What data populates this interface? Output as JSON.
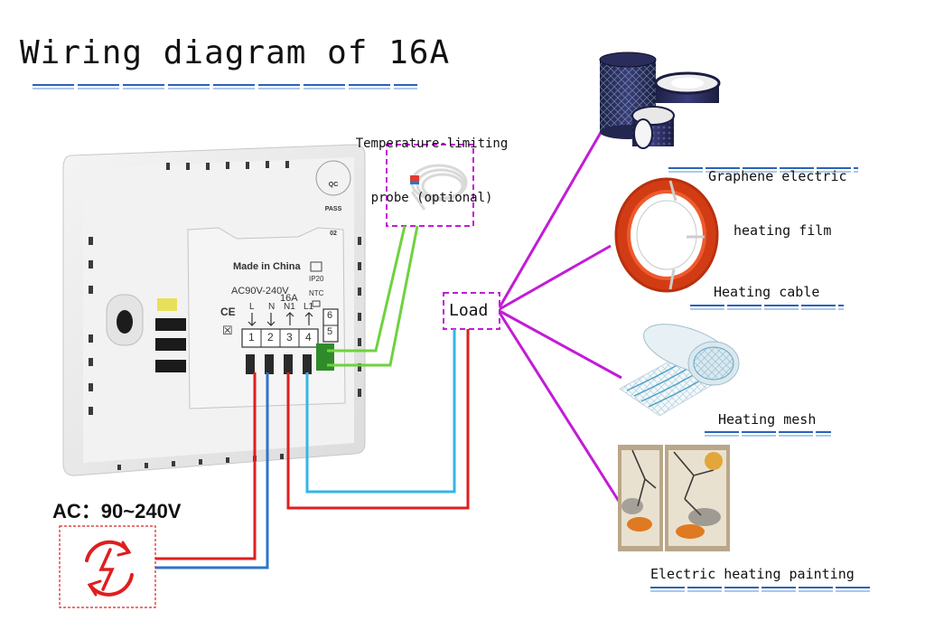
{
  "title": "Wiring diagram of 16A",
  "probe_label_line1": "Temperature-limiting",
  "probe_label_line2": "probe (optional)",
  "ac_label": "AC：90~240V",
  "load_label": "Load",
  "device": {
    "qc_line1": "QC",
    "qc_line2": "PASS",
    "qc_line3": "02",
    "made_in": "Made in China",
    "voltage": "AC90V-240V",
    "current": "16A",
    "ip": "IP20",
    "ntc": "NTC",
    "terminal_letters": [
      "L",
      "N",
      "N1",
      "L1"
    ],
    "terminal_numbers": [
      "1",
      "2",
      "3",
      "4"
    ],
    "ntc_numbers": [
      "6",
      "5"
    ],
    "ce_mark": "CE"
  },
  "loads": [
    {
      "label_line1": "Graphene electric",
      "label_line2": "heating film"
    },
    {
      "label_line1": "Heating cable"
    },
    {
      "label_line1": "Heating mesh"
    },
    {
      "label_line1": "Electric heating painting"
    }
  ],
  "colors": {
    "purple": "#c21cd6",
    "red_wire": "#e01e1e",
    "blue_wire": "#2f74c9",
    "light_blue_wire": "#35b6e6",
    "green_wire": "#6ed23e",
    "underline_blue": "#2b63b8",
    "cable_orange": "#e0451e"
  }
}
